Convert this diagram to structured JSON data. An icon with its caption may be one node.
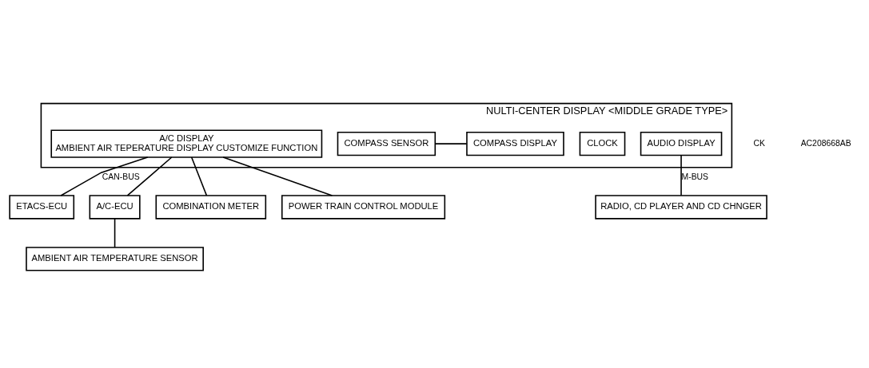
{
  "diagram": {
    "nodes": [
      {
        "text": [
          "NULTI-CENTER DISPLAY <MIDDLE GRADE TYPE>"
        ]
      },
      {
        "text": [
          "A/C DISPLAY",
          "AMBIENT AIR TEPERATURE DISPLAY CUSTOMIZE FUNCTION"
        ],
        "in": 0
      },
      {
        "text": [
          "CLOCK"
        ],
        "in": 0
      },
      {
        "text": [
          "COMPASS DISPLAY"
        ],
        "in": 0
      },
      {
        "text": [
          "COMPASS SENSOR"
        ],
        "in": 0
      },
      {
        "text": [
          "AUDIO DISPLAY"
        ],
        "in": 0
      },
      {
        "text": [
          "ETACS-ECU"
        ]
      },
      {
        "text": [
          "A/C-ECU"
        ]
      },
      {
        "text": [
          "COMBINATION METER"
        ]
      },
      {
        "text": [
          "POWER TRAIN CONTROL MODULE"
        ]
      },
      {
        "text": [
          "AMBIENT AIR TEMPERATURE SENSOR"
        ]
      },
      {
        "text": [
          "RADIO, CD PLAYER AND CD CHNGER"
        ]
      }
    ],
    "edges": [
      {
        "from": 3,
        "to": 4,
        "arrow": "none"
      },
      {
        "from": 1,
        "to": 6,
        "arrow": "none",
        "label": "CAN-BUS"
      },
      {
        "from": 1,
        "to": 7,
        "arrow": "none"
      },
      {
        "from": 1,
        "to": 8,
        "arrow": "none"
      },
      {
        "from": 1,
        "to": 9,
        "arrow": "none"
      },
      {
        "from": 7,
        "to": 10,
        "arrow": "none"
      },
      {
        "from": 5,
        "to": 11,
        "arrow": "none",
        "label": "M-BUS"
      }
    ],
    "labels": [
      "CK",
      "AC208668AB"
    ]
  }
}
